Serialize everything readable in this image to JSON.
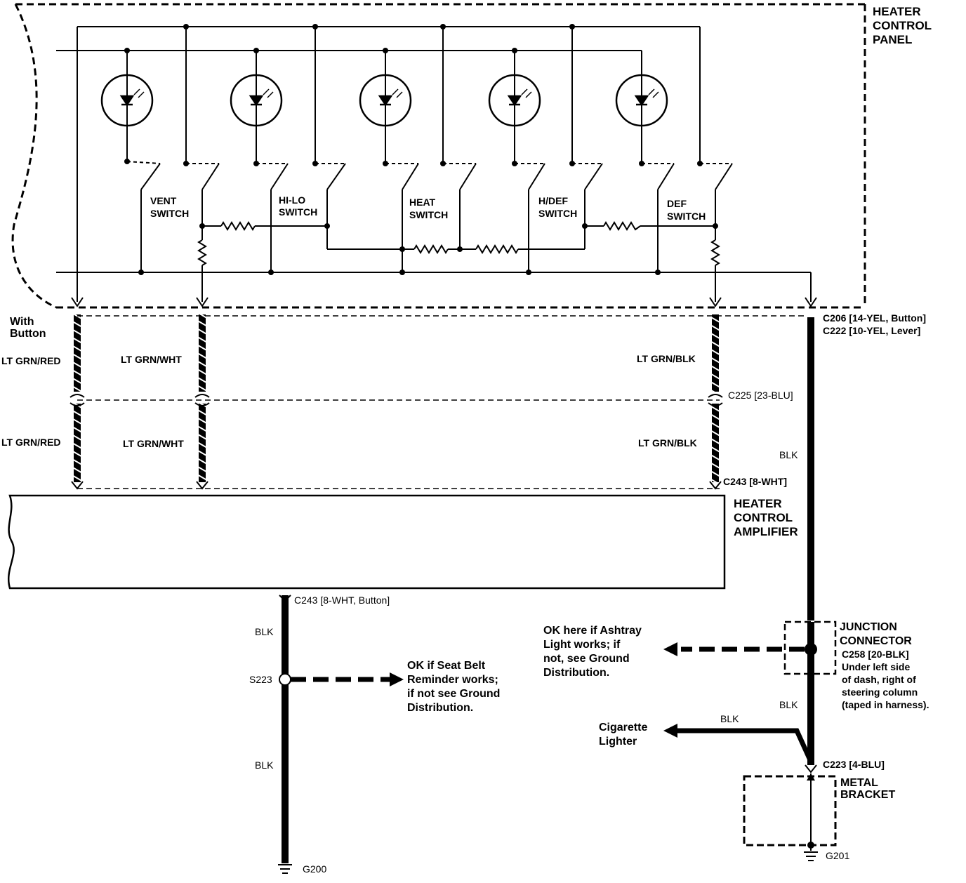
{
  "colors": {
    "ink": "#000000",
    "paper": "#ffffff"
  },
  "panel": {
    "title_lines": [
      "HEATER",
      "CONTROL",
      "PANEL"
    ],
    "switches": [
      {
        "line1": "VENT",
        "line2": "SWITCH"
      },
      {
        "line1": "HI-LO",
        "line2": "SWITCH"
      },
      {
        "line1": "HEAT",
        "line2": "SWITCH"
      },
      {
        "line1": "H/DEF",
        "line2": "SWITCH"
      },
      {
        "line1": "DEF",
        "line2": "SWITCH"
      }
    ],
    "indicator_icon": "led-lamp-icon",
    "switch_icon": "switch-icon",
    "resistor_icon": "resistor-icon"
  },
  "wiring": {
    "with_button": [
      "With",
      "Button"
    ],
    "wire_lt_grn_red": "LT GRN/RED",
    "wire_lt_grn_wht": "LT GRN/WHT",
    "wire_lt_grn_blk": "LT GRN/BLK",
    "blk": "BLK",
    "c206": "C206 [14-YEL, Button]",
    "c222": "C222 [10-YEL, Lever]",
    "c225": "C225 [23-BLU]",
    "c243_right": "C243 [8-WHT]",
    "c243_button": "C243 [8-WHT, Button]",
    "s223": "S223",
    "g200": "G200",
    "g201": "G201",
    "c223": "C223 [4-BLU]"
  },
  "amplifier": {
    "title_lines": [
      "HEATER",
      "CONTROL",
      "AMPLIFIER"
    ]
  },
  "notes": {
    "seat_belt": [
      "OK if Seat Belt",
      "Reminder works;",
      "if not see Ground",
      "Distribution."
    ],
    "ashtray": [
      "OK here if Ashtray",
      "Light works; if",
      "not, see Ground",
      "Distribution."
    ],
    "cigarette": [
      "Cigarette",
      "Lighter"
    ]
  },
  "junction": {
    "title_lines": [
      "JUNCTION",
      "CONNECTOR"
    ],
    "detail_lines": [
      "C258 [20-BLK]",
      "Under left side",
      "of dash, right of",
      "steering column",
      "(taped in harness)."
    ]
  },
  "bracket": {
    "title_lines": [
      "METAL",
      "BRACKET"
    ]
  },
  "ground_icon": "ground-icon"
}
